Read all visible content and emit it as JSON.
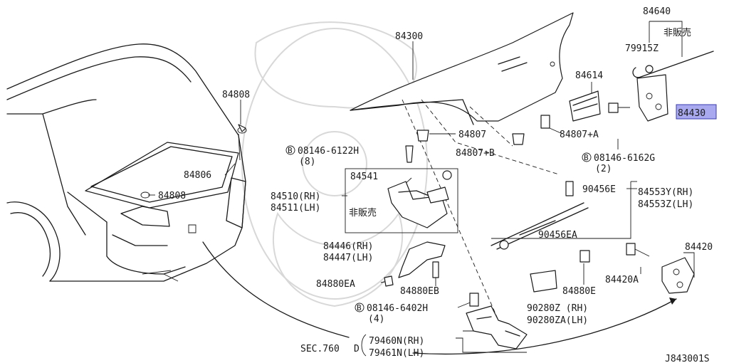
{
  "diagram": {
    "parts": {
      "trunk_lid": "84300",
      "lid_stay_set": "84640",
      "lid_stay_note": "非販売",
      "clip": "79915Z",
      "lock": "84614",
      "lid_lock": "84430",
      "weatherstrip": "84808",
      "trim": "84806",
      "weatherstrip_2": "84808",
      "bumper_rubber": "84807",
      "bumper_rubber_a": "84807+A",
      "bumper_rubber_b": "84807+B",
      "bolt_1": "08146-6122H",
      "bolt_1_qty": "(8)",
      "bolt_2": "08146-6162G",
      "bolt_2_qty": "(2)",
      "hinge_rh": "84510(RH)",
      "hinge_lh": "84511(LH)",
      "hinge_kit": "84541",
      "hinge_note": "非販売",
      "damper_rh": "84553Y(RH)",
      "damper_lh": "84553Z(LH)",
      "stud_1": "90456E",
      "stud_2": "90456EA",
      "bracket_rh": "84446(RH)",
      "bracket_lh": "84447(LH)",
      "grommet": "84880EA",
      "grommet_b": "84880EB",
      "grommet_e": "84880E",
      "bolt_3": "08146-6402H",
      "bolt_3_qty": "(4)",
      "opener_rh": "90280Z (RH)",
      "opener_lh": "90280ZA(LH)",
      "striker": "84420",
      "striker_bolt": "84420A",
      "cable_rh": "79460N(RH)",
      "cable_lh": "79461N(LH)",
      "section_ref": "SEC.760"
    },
    "bolt_symbol": "B",
    "drawing_id": "J843001S",
    "highlight_color": "#a9a9f0"
  }
}
